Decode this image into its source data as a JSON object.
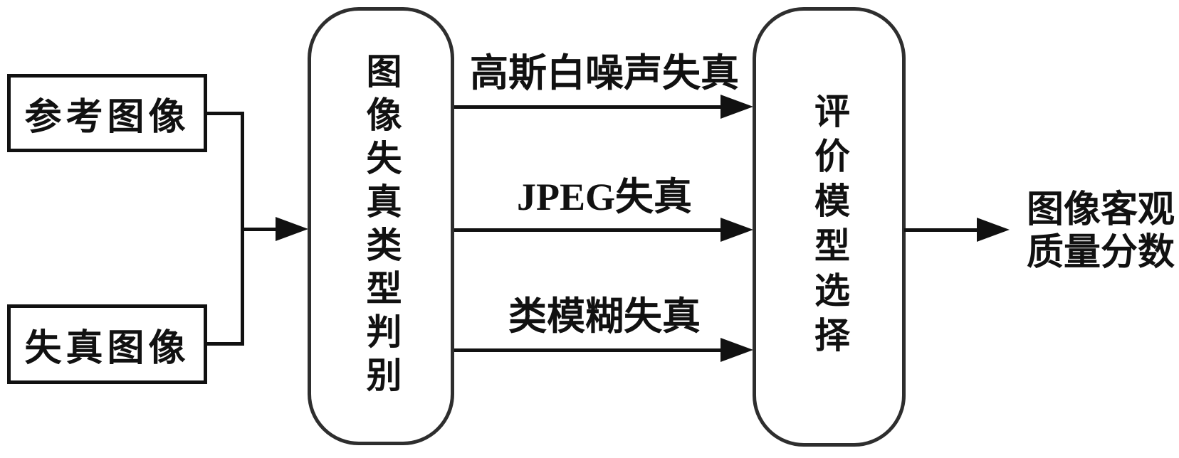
{
  "diagram": {
    "inputs": [
      {
        "label": "参考图像"
      },
      {
        "label": "失真图像"
      }
    ],
    "classifier": {
      "label": "图像失真类型判别"
    },
    "branches": [
      {
        "label": "高斯白噪声失真"
      },
      {
        "label": "JPEG失真"
      },
      {
        "label": "类模糊失真"
      }
    ],
    "selector": {
      "label": "评价模型选择"
    },
    "output": {
      "line1": "图像客观",
      "line2": "质量分数"
    },
    "colors": {
      "line": "#111111",
      "node_border": "#2e2e2e",
      "background": "#ffffff"
    }
  }
}
